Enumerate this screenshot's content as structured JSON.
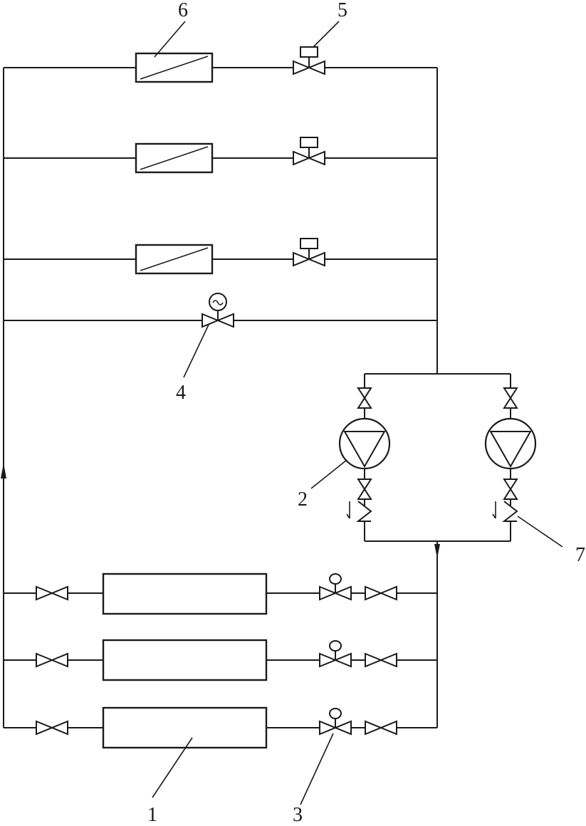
{
  "diagram": {
    "labels": {
      "l1": "1",
      "l2": "2",
      "l3": "3",
      "l4": "4",
      "l5": "5",
      "l6": "6",
      "l7": "7"
    },
    "colors": {
      "line": "#1a1a1a",
      "background": "#ffffff"
    }
  }
}
